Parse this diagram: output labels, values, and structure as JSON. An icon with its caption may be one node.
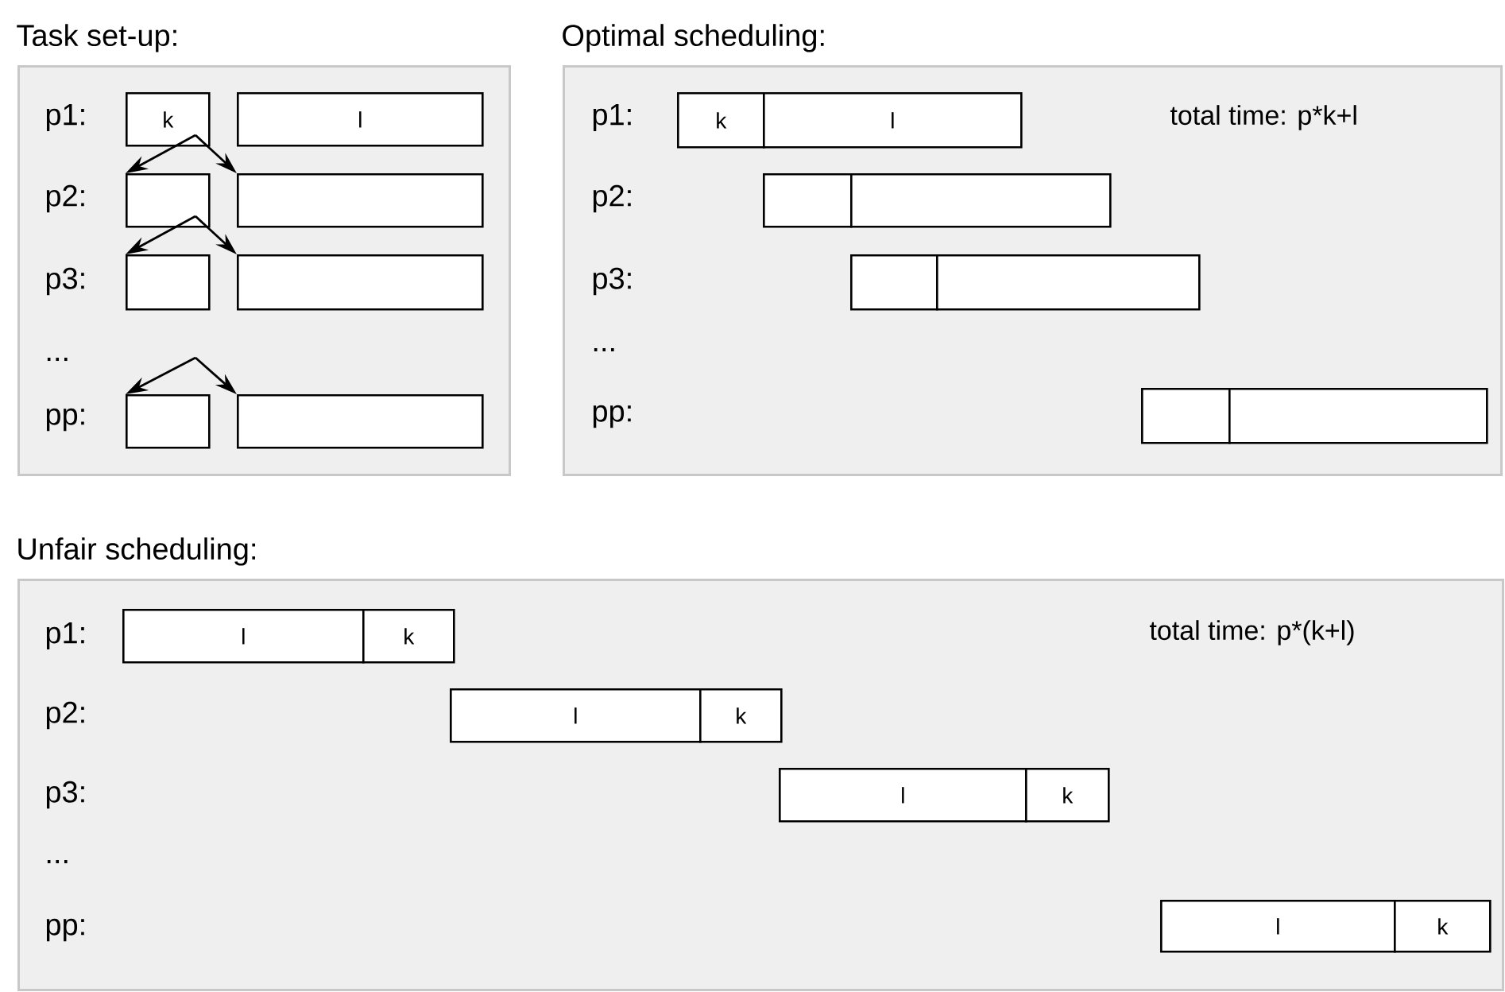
{
  "diagram": {
    "nodes": [
      {
        "text": [
          "Task set-up:"
        ]
      },
      {
        "text": [
          "k"
        ],
        "in": 0
      },
      {
        "text": [
          "l"
        ],
        "in": 0
      },
      {
        "text": [],
        "shape": "box",
        "in": 0
      },
      {
        "text": [],
        "shape": "box",
        "in": 0
      },
      {
        "text": [],
        "shape": "box",
        "in": 0
      },
      {
        "text": [],
        "shape": "box",
        "in": 0
      },
      {
        "text": [],
        "shape": "box",
        "in": 0
      },
      {
        "text": [],
        "shape": "box",
        "in": 0
      },
      {
        "text": [
          "Optimal scheduling:"
        ]
      },
      {
        "text": [
          "k"
        ],
        "in": 9
      },
      {
        "text": [
          "l"
        ],
        "in": 9
      },
      {
        "text": [],
        "shape": "box",
        "in": 9
      },
      {
        "text": [],
        "shape": "box",
        "in": 9
      },
      {
        "text": [],
        "shape": "box",
        "in": 9
      },
      {
        "text": [],
        "shape": "box",
        "in": 9
      },
      {
        "text": [],
        "shape": "box",
        "in": 9
      },
      {
        "text": [],
        "shape": "box",
        "in": 9
      },
      {
        "text": [
          "Unfair scheduling:"
        ]
      },
      {
        "text": [
          "l"
        ],
        "in": 18
      },
      {
        "text": [
          "k"
        ],
        "in": 18
      },
      {
        "text": [
          "l"
        ],
        "in": 18
      },
      {
        "text": [
          "k"
        ],
        "in": 18
      },
      {
        "text": [
          "l"
        ],
        "in": 18
      },
      {
        "text": [
          "k"
        ],
        "in": 18
      },
      {
        "text": [
          "l"
        ],
        "in": 18
      },
      {
        "text": [
          "k"
        ],
        "in": 18
      }
    ],
    "edges": [
      {
        "from": 1,
        "to": 3,
        "arrow": "to"
      },
      {
        "from": 1,
        "to": 4,
        "arrow": "to"
      },
      {
        "from": 3,
        "to": 5,
        "arrow": "to"
      },
      {
        "from": 3,
        "to": 6,
        "arrow": "to"
      },
      {
        "from": null,
        "to": 7,
        "arrow": "to"
      },
      {
        "from": null,
        "to": 8,
        "arrow": "to"
      }
    ],
    "labels": [
      "p1:",
      "p2:",
      "p3:",
      "...",
      "pp:",
      "p1:",
      "total time: p*k+l",
      "p2:",
      "p3:",
      "...",
      "pp:",
      "p1:",
      "total time: p*(k+l)",
      "p2:",
      "p3:",
      "...",
      "pp:"
    ]
  }
}
